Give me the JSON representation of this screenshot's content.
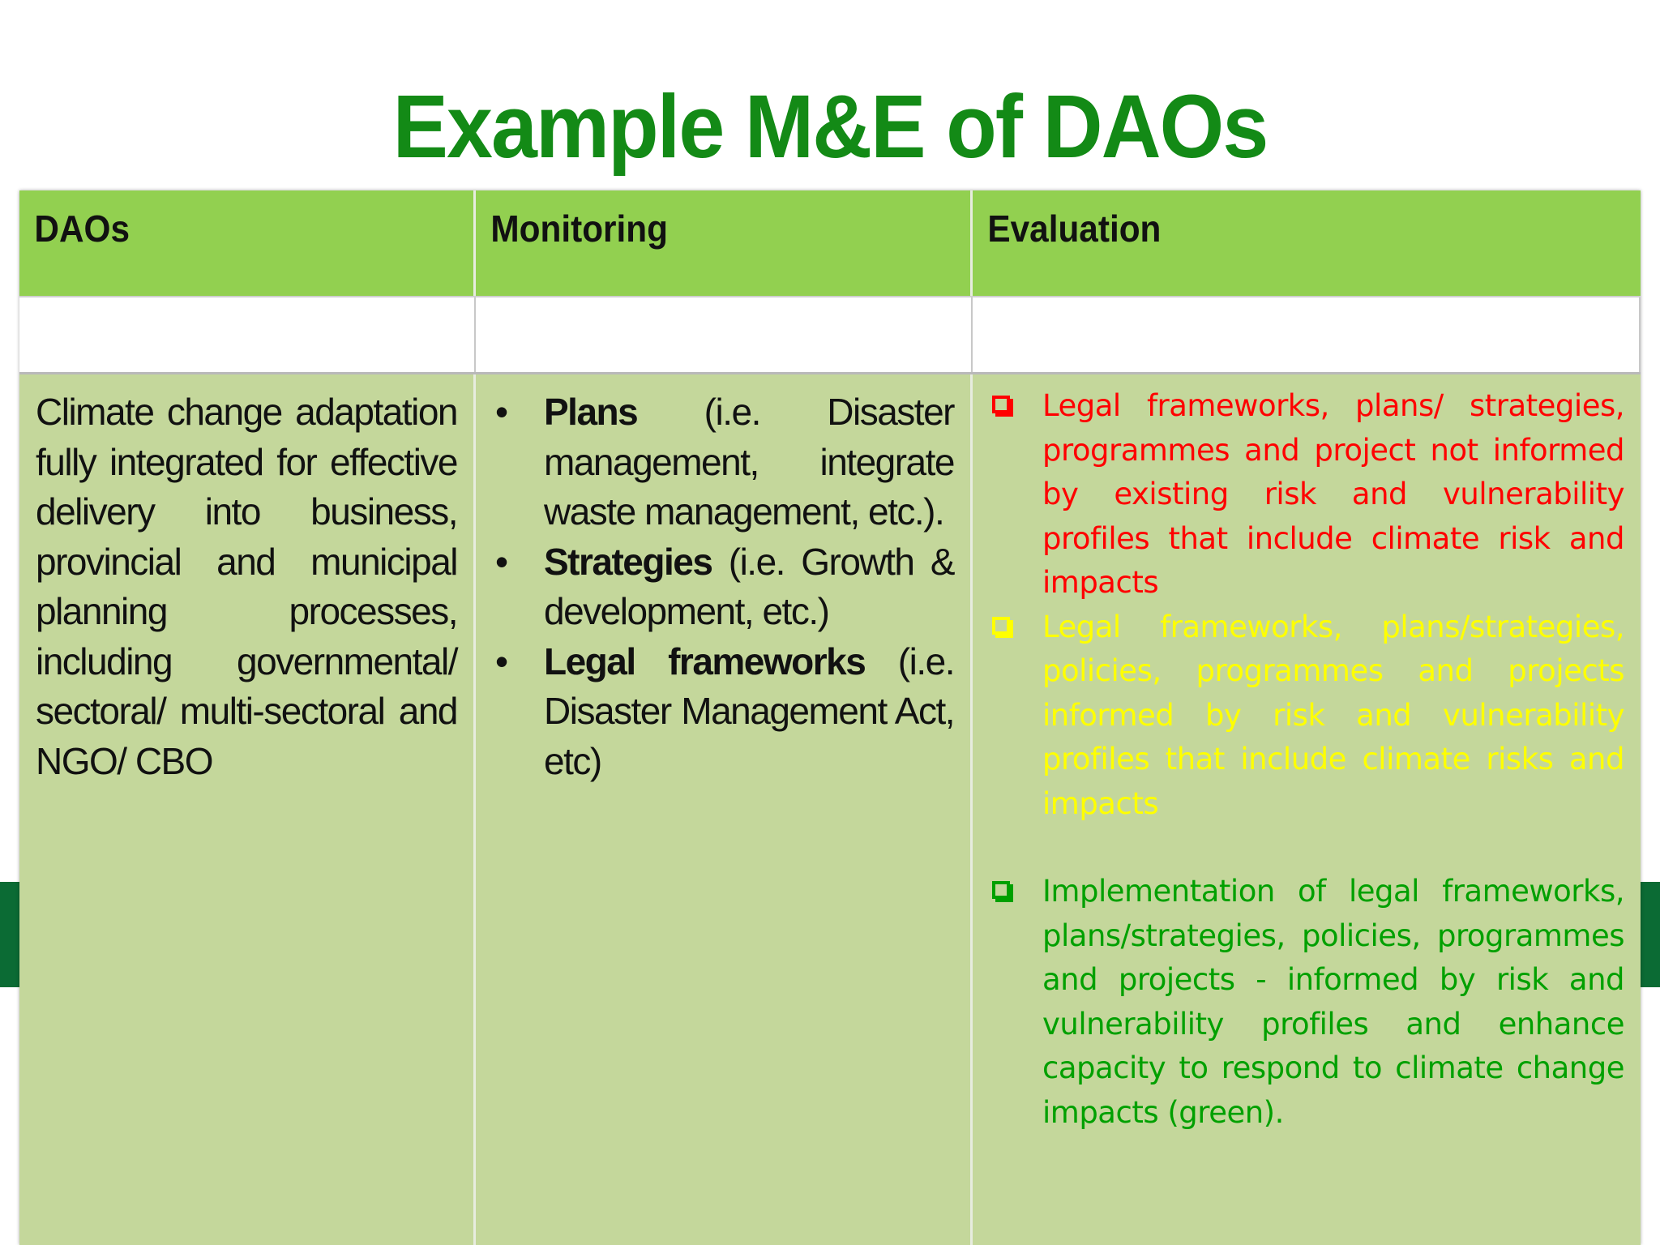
{
  "slide": {
    "title": "Example M&E of DAOs"
  },
  "table": {
    "headers": [
      "DAOs",
      "Monitoring",
      "Evaluation"
    ],
    "daos_text": "Climate change adaptation fully integrated for effective delivery into business, provincial and municipal planning processes, including governmental/ sectoral/ multi-sectoral and NGO/ CBO",
    "monitoring": [
      {
        "term": "Plans",
        "detail": " (i.e. Disaster management, integrate waste management, etc.)."
      },
      {
        "term": "Strategies",
        "detail": " (i.e. Growth & development, etc.)"
      },
      {
        "term": "Legal frameworks",
        "detail": " (i.e. Disaster Management Act, etc)"
      }
    ],
    "evaluation": [
      {
        "text": "Legal frameworks, plans/ strategies, programmes and project not informed by existing risk and vulnerability profiles that include climate risk and impacts",
        "color": "#ff0000"
      },
      {
        "text": "Legal frameworks, plans/strategies, policies, programmes and projects informed by risk and vulnerability profiles that include climate risks and impacts",
        "color": "#ffff00"
      },
      {
        "text": "Implementation of legal frameworks, plans/strategies, policies, programmes and projects - informed by risk and vulnerability profiles and enhance capacity to respond to climate change impacts (green).",
        "color": "#00a000"
      }
    ]
  },
  "colors": {
    "title": "#138a16",
    "header_bg": "#92d050",
    "body_bg": "#c4d79b",
    "side_bar": "#0b6b34"
  }
}
